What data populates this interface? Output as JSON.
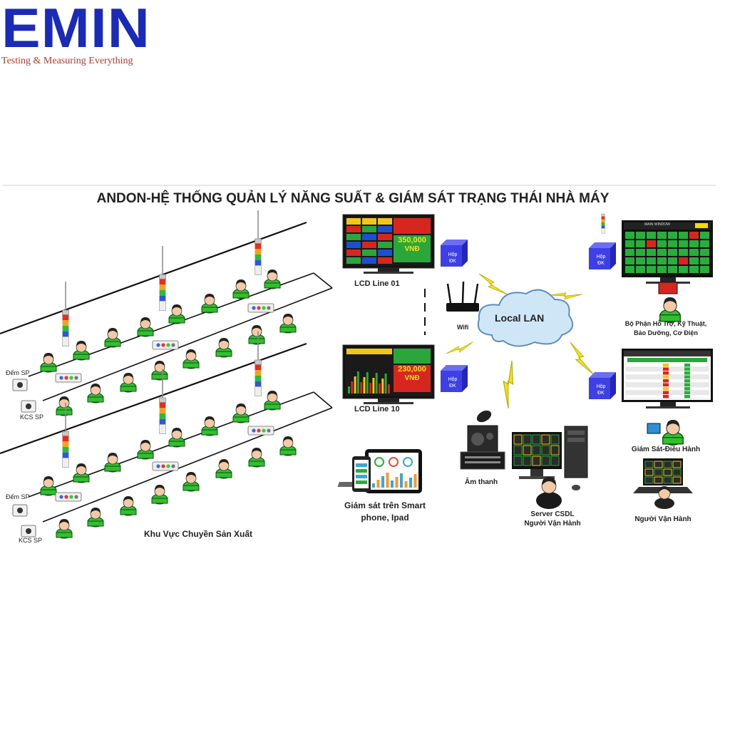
{
  "logo": {
    "mark": "EMIN",
    "tagline": "Testing & Measuring Everything"
  },
  "title": "ANDON-HỆ THỐNG QUẢN LÝ NĂNG SUẤT & GIÁM SÁT TRẠNG THÁI NHÀ MÁY",
  "factory": {
    "count_label": "Đếm SP",
    "qc_label": "KCS SP",
    "area_label": "Khu Vực Chuyền Sản Xuất"
  },
  "lcd1": {
    "label": "LCD Line 01",
    "amount": "350,000",
    "currency": "VNĐ"
  },
  "lcd10": {
    "label": "LCD Line 10",
    "amount": "230,000",
    "currency": "VNĐ"
  },
  "box_label_1": "Hộp",
  "box_label_2": "ĐK",
  "wifi_label": "Wifi",
  "lan_label": "Local LAN",
  "support_label_1": "Bộ Phận Hỗ Trợ, Kỹ Thuật,",
  "support_label_2": "Bảo Dưỡng, Cơ Điện",
  "monitor_label": "Giám Sát-Điều Hành",
  "operator_label": "Người Vận Hành",
  "audio_label": "Âm thanh",
  "server_label_1": "Server CSDL",
  "server_label_2": "Người Vận Hành",
  "mobile_label_1": "Giám sát trên Smart",
  "mobile_label_2": "phone, Ipad",
  "screen_header": "MAIN WINDOW",
  "colors": {
    "green": "#27ae3b",
    "red": "#d9261c",
    "yellow": "#f5d90a",
    "blue": "#1f3fd6",
    "box": "#3b3fe0"
  }
}
